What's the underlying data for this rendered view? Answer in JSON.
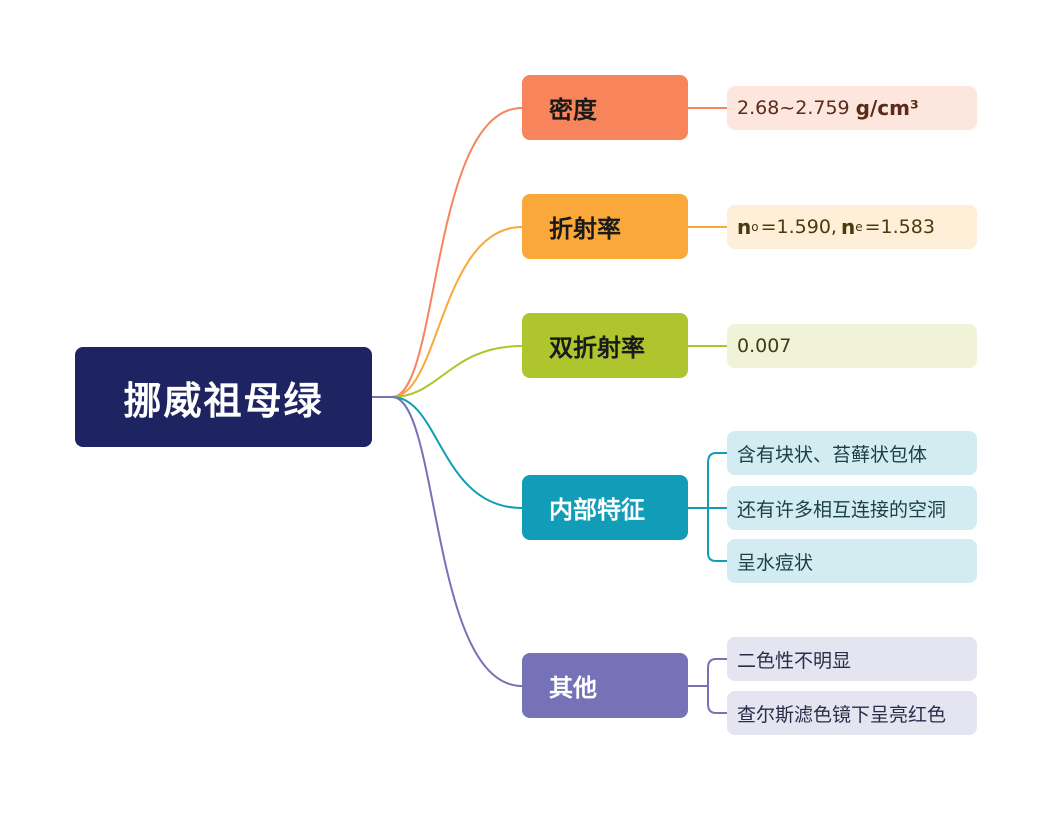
{
  "root": {
    "title": "挪威祖母绿"
  },
  "colors": {
    "root": "#1e2461",
    "density": "#f7845a",
    "refraction": "#f9a839",
    "birefringence": "#aec52e",
    "internal": "#119db7",
    "other": "#7672b8"
  },
  "branches": {
    "density": {
      "label": "密度",
      "value": "2.68~2.759",
      "unit": "g/cm³"
    },
    "refraction": {
      "label": "折射率",
      "no_symbol": "n",
      "no_sub": "o",
      "no_value": "=1.590,",
      "ne_symbol": "n",
      "ne_sub": "e",
      "ne_value": "=1.583"
    },
    "birefringence": {
      "label": "双折射率",
      "value": "0.007"
    },
    "internal": {
      "label": "内部特征",
      "items": [
        "含有块状、苔藓状包体",
        "还有许多相互连接的空洞",
        "呈水痘状"
      ]
    },
    "other": {
      "label": "其他",
      "items": [
        "二色性不明显",
        "查尔斯滤色镜下呈亮红色"
      ]
    }
  }
}
